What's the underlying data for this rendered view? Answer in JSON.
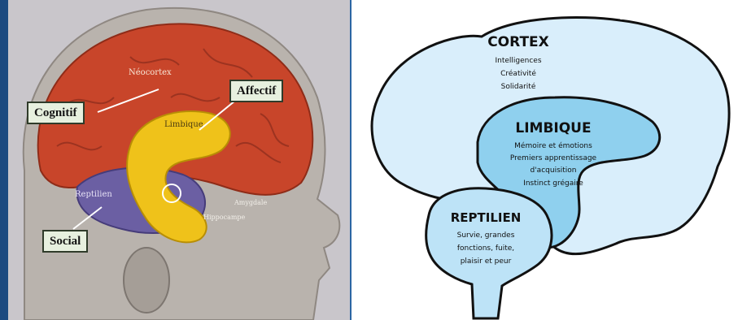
{
  "left_panel": {
    "callouts": {
      "cognitif": "Cognitif",
      "affectif": "Affectif",
      "social": "Social"
    },
    "brain_labels": {
      "neocortex": "Néocortex",
      "limbique": "Limbique",
      "reptilien": "Reptilien",
      "amygdale": "Amygdale",
      "hippocampe": "Hippocampe"
    }
  },
  "right_panel": {
    "cortex": {
      "title": "CORTEX",
      "lines": [
        "Intelligences",
        "Créativité",
        "Solidarité"
      ]
    },
    "limbique": {
      "title": "LIMBIQUE",
      "lines": [
        "Mémoire et émotions",
        "Premiers apprentissage",
        "d'acquisition",
        "Instinct grégaire"
      ]
    },
    "reptilien": {
      "title": "REPTILIEN",
      "lines": [
        "Survie, grandes",
        "fonctions, fuite,",
        "plaisir et peur"
      ]
    }
  },
  "colors": {
    "cortex_fill": "#d9eefb",
    "limbic_fill": "#8fd0ee",
    "reptile_fill": "#bde3f7",
    "outline": "#111111",
    "neocortex_red": "#c8452a",
    "limbic_yellow": "#efc21a",
    "reptilian_purple": "#6b5fa3"
  }
}
